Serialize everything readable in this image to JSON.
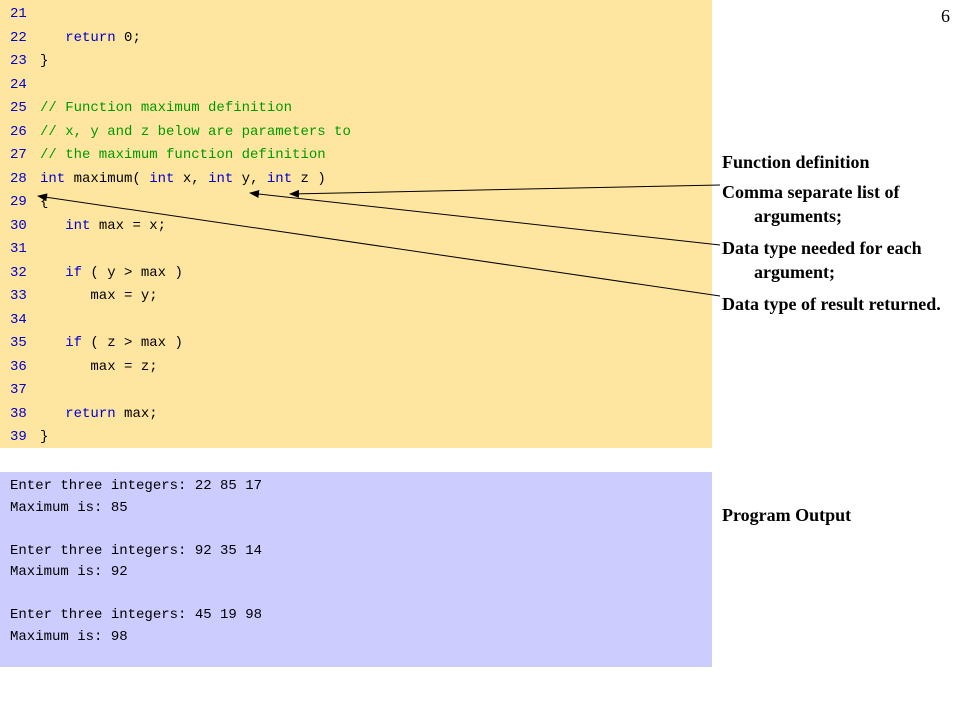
{
  "page_number": "6",
  "colors": {
    "code_bg": "#FFE6A0",
    "output_bg": "#CCCCFF",
    "line_number": "#0000CC",
    "keyword": "#0000CC",
    "comment": "#009900",
    "text": "#000000"
  },
  "code_lines": [
    {
      "num": "21",
      "segments": []
    },
    {
      "num": "22",
      "segments": [
        {
          "t": "   "
        },
        {
          "t": "return",
          "k": "kw"
        },
        {
          "t": " 0;"
        }
      ]
    },
    {
      "num": "23",
      "segments": [
        {
          "t": "}"
        }
      ]
    },
    {
      "num": "24",
      "segments": []
    },
    {
      "num": "25",
      "segments": [
        {
          "t": "// Function maximum definition",
          "k": "cm"
        }
      ]
    },
    {
      "num": "26",
      "segments": [
        {
          "t": "// x, y and z below are parameters to",
          "k": "cm"
        }
      ]
    },
    {
      "num": "27",
      "segments": [
        {
          "t": "// the maximum function definition",
          "k": "cm"
        }
      ]
    },
    {
      "num": "28",
      "segments": [
        {
          "t": "int",
          "k": "kw"
        },
        {
          "t": " maximum( "
        },
        {
          "t": "int",
          "k": "kw"
        },
        {
          "t": " x, "
        },
        {
          "t": "int",
          "k": "kw"
        },
        {
          "t": " y, "
        },
        {
          "t": "int",
          "k": "kw"
        },
        {
          "t": " z )"
        }
      ]
    },
    {
      "num": "29",
      "segments": [
        {
          "t": "{"
        }
      ]
    },
    {
      "num": "30",
      "segments": [
        {
          "t": "   "
        },
        {
          "t": "int",
          "k": "kw"
        },
        {
          "t": " max = x;"
        }
      ]
    },
    {
      "num": "31",
      "segments": []
    },
    {
      "num": "32",
      "segments": [
        {
          "t": "   "
        },
        {
          "t": "if",
          "k": "kw"
        },
        {
          "t": " ( y > max )"
        }
      ]
    },
    {
      "num": "33",
      "segments": [
        {
          "t": "      max = y;"
        }
      ]
    },
    {
      "num": "34",
      "segments": []
    },
    {
      "num": "35",
      "segments": [
        {
          "t": "   "
        },
        {
          "t": "if",
          "k": "kw"
        },
        {
          "t": " ( z > max )"
        }
      ]
    },
    {
      "num": "36",
      "segments": [
        {
          "t": "      max = z;"
        }
      ]
    },
    {
      "num": "37",
      "segments": []
    },
    {
      "num": "38",
      "segments": [
        {
          "t": "   "
        },
        {
          "t": "return",
          "k": "kw"
        },
        {
          "t": " max;"
        }
      ]
    },
    {
      "num": "39",
      "segments": [
        {
          "t": "}"
        }
      ]
    }
  ],
  "output_lines": [
    "Enter three integers: 22 85 17",
    "Maximum is: 85",
    "",
    "Enter three integers: 92 35 14",
    "Maximum is: 92",
    "",
    "Enter three integers: 45 19 98",
    "Maximum is: 98"
  ],
  "annotations": {
    "function_definition": "Function definition",
    "comma_list": "Comma separate list of arguments;",
    "data_type_each": "Data type needed for each argument;",
    "data_type_result": "Data type of result returned.",
    "program_output": "Program Output"
  }
}
